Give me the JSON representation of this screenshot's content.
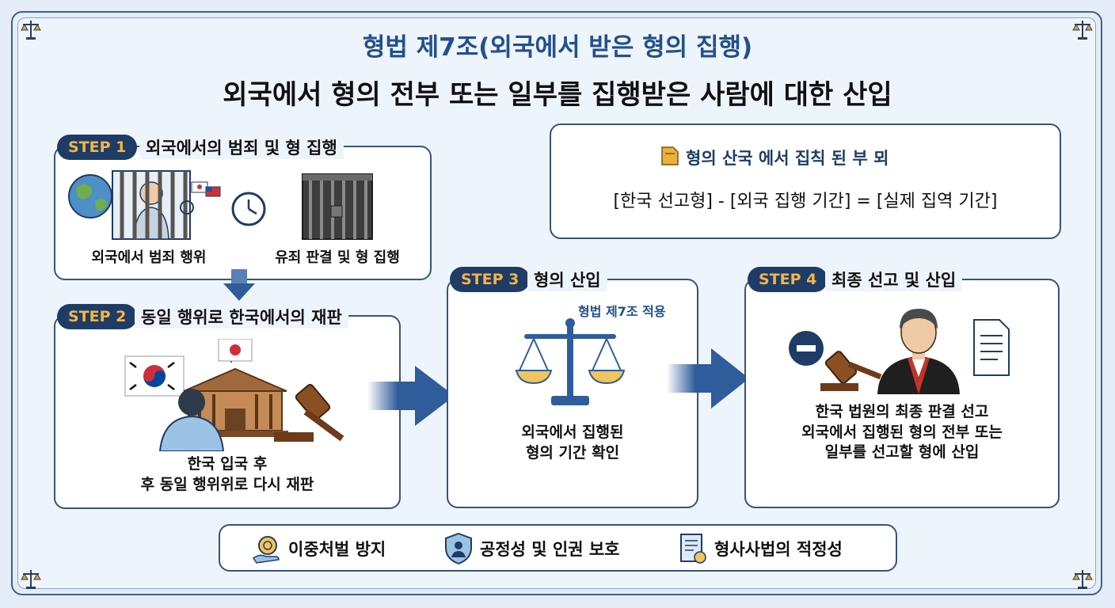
{
  "title": {
    "line1": "형법 제7조(외국에서 받은 형의 집행)",
    "line2": "외국에서 형의 전부 또는 일부를 집행받은 사람에 대한 산입"
  },
  "formula_box": {
    "heading": "형의 산국 에서 집칙 된 부 뫼",
    "formula": "[한국 선고형] - [외국 집행 기간] = [실제 집역 기간]"
  },
  "steps": [
    {
      "badge": "STEP 1",
      "title": "외국에서의 범죄 및 형 집행",
      "captions": [
        "외국에서 범죄 행위",
        "유죄 판결 및 형 집행"
      ]
    },
    {
      "badge": "STEP 2",
      "title": "동일 행위로 한국에서의 재판",
      "caption_lines": [
        "한국 입국 후",
        "후 동일 행위위로 다시 재판"
      ]
    },
    {
      "badge": "STEP 3",
      "title": "형의 산입",
      "note": "형법 제7조 적용",
      "caption_lines": [
        "외국에서 집행된",
        "형의 기간 확인"
      ]
    },
    {
      "badge": "STEP 4",
      "title": "최종 선고 및 산입",
      "caption_lines": [
        "한국 법원의 최종 판결 선고",
        "외국에서 집행된 형의 전부 또는",
        "일부를 선고할 형에 산입"
      ]
    }
  ],
  "principles": [
    {
      "label": "이중처벌 방지",
      "icon": "hand-coin-icon"
    },
    {
      "label": "공정성 및 인권 보호",
      "icon": "shield-person-icon"
    },
    {
      "label": "형사사법의 적정성",
      "icon": "certificate-icon"
    }
  ],
  "colors": {
    "navy": "#1f3c66",
    "accent_gold": "#f2b544",
    "title_blue": "#22508b",
    "arrow_blue": "#2f5d9b",
    "korea_red": "#cd2e3a",
    "korea_blue": "#0047a0"
  }
}
